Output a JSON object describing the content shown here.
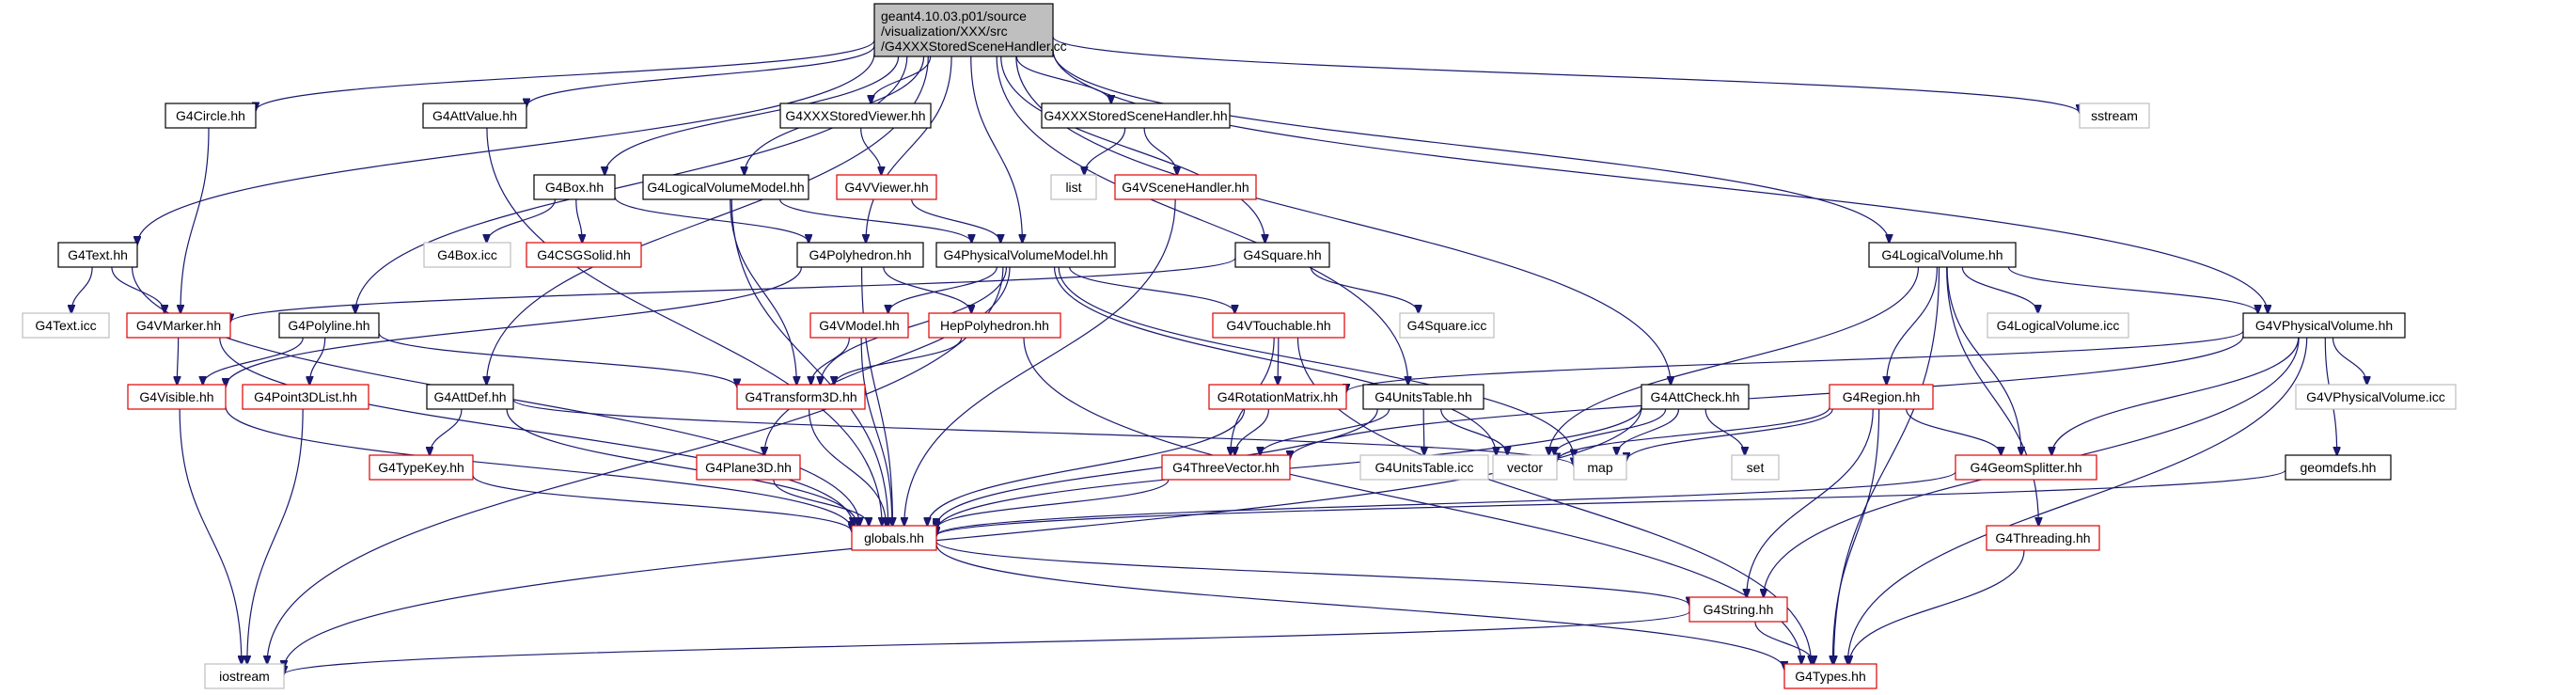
{
  "root_title": [
    "geant4.10.03.p01/source",
    "/visualization/XXX/src",
    "/G4XXXStoredSceneHandler.cc"
  ],
  "nodes": [
    {
      "id": "G4Circle",
      "label": "G4Circle.hh",
      "style": "black"
    },
    {
      "id": "G4AttValue",
      "label": "G4AttValue.hh",
      "style": "black"
    },
    {
      "id": "G4XXXStoredViewer",
      "label": "G4XXXStoredViewer.hh",
      "style": "black"
    },
    {
      "id": "G4XXXStoredSceneHandler",
      "label": "G4XXXStoredSceneHandler.hh",
      "style": "black"
    },
    {
      "id": "sstream",
      "label": "sstream",
      "style": "gray"
    },
    {
      "id": "G4VViewer",
      "label": "G4VViewer.hh",
      "style": "red"
    },
    {
      "id": "list",
      "label": "list",
      "style": "gray"
    },
    {
      "id": "G4VSceneHandler",
      "label": "G4VSceneHandler.hh",
      "style": "red"
    },
    {
      "id": "G4Box",
      "label": "G4Box.hh",
      "style": "black"
    },
    {
      "id": "G4LogicalVolumeModel",
      "label": "G4LogicalVolumeModel.hh",
      "style": "black"
    },
    {
      "id": "G4Boxicc",
      "label": "G4Box.icc",
      "style": "gray"
    },
    {
      "id": "G4CSGSolid",
      "label": "G4CSGSolid.hh",
      "style": "red"
    },
    {
      "id": "G4Text",
      "label": "G4Text.hh",
      "style": "black"
    },
    {
      "id": "G4Polyhedron",
      "label": "G4Polyhedron.hh",
      "style": "black"
    },
    {
      "id": "G4PhysicalVolumeModel",
      "label": "G4PhysicalVolumeModel.hh",
      "style": "black"
    },
    {
      "id": "G4Square",
      "label": "G4Square.hh",
      "style": "black"
    },
    {
      "id": "G4LogicalVolume",
      "label": "G4LogicalVolume.hh",
      "style": "black"
    },
    {
      "id": "G4Texticc",
      "label": "G4Text.icc",
      "style": "gray"
    },
    {
      "id": "G4VMarker",
      "label": "G4VMarker.hh",
      "style": "red"
    },
    {
      "id": "G4Polyline",
      "label": "G4Polyline.hh",
      "style": "black"
    },
    {
      "id": "G4VModel",
      "label": "G4VModel.hh",
      "style": "red"
    },
    {
      "id": "HepPolyhedron",
      "label": "HepPolyhedron.hh",
      "style": "red"
    },
    {
      "id": "G4VTouchable",
      "label": "G4VTouchable.hh",
      "style": "red"
    },
    {
      "id": "G4Squareicc",
      "label": "G4Square.icc",
      "style": "gray"
    },
    {
      "id": "G4LogicalVolumeicc",
      "label": "G4LogicalVolume.icc",
      "style": "gray"
    },
    {
      "id": "G4VPhysicalVolume",
      "label": "G4VPhysicalVolume.hh",
      "style": "black"
    },
    {
      "id": "G4Visible",
      "label": "G4Visible.hh",
      "style": "red"
    },
    {
      "id": "G4Point3DList",
      "label": "G4Point3DList.hh",
      "style": "red"
    },
    {
      "id": "G4AttDef",
      "label": "G4AttDef.hh",
      "style": "black"
    },
    {
      "id": "G4Transform3D",
      "label": "G4Transform3D.hh",
      "style": "red"
    },
    {
      "id": "G4RotationMatrix",
      "label": "G4RotationMatrix.hh",
      "style": "red"
    },
    {
      "id": "G4UnitsTable",
      "label": "G4UnitsTable.hh",
      "style": "black"
    },
    {
      "id": "G4AttCheck",
      "label": "G4AttCheck.hh",
      "style": "black"
    },
    {
      "id": "G4Region",
      "label": "G4Region.hh",
      "style": "red"
    },
    {
      "id": "G4VPhysicalVolumeicc",
      "label": "G4VPhysicalVolume.icc",
      "style": "gray"
    },
    {
      "id": "G4TypeKey",
      "label": "G4TypeKey.hh",
      "style": "red"
    },
    {
      "id": "G4Plane3D",
      "label": "G4Plane3D.hh",
      "style": "red"
    },
    {
      "id": "G4ThreeVector",
      "label": "G4ThreeVector.hh",
      "style": "red"
    },
    {
      "id": "G4UnitsTableicc",
      "label": "G4UnitsTable.icc",
      "style": "gray"
    },
    {
      "id": "vector",
      "label": "vector",
      "style": "gray"
    },
    {
      "id": "map",
      "label": "map",
      "style": "gray"
    },
    {
      "id": "set",
      "label": "set",
      "style": "gray"
    },
    {
      "id": "G4GeomSplitter",
      "label": "G4GeomSplitter.hh",
      "style": "red"
    },
    {
      "id": "geomdefs",
      "label": "geomdefs.hh",
      "style": "black"
    },
    {
      "id": "globals",
      "label": "globals.hh",
      "style": "red"
    },
    {
      "id": "G4Threading",
      "label": "G4Threading.hh",
      "style": "red"
    },
    {
      "id": "G4String",
      "label": "G4String.hh",
      "style": "red"
    },
    {
      "id": "iostream",
      "label": "iostream",
      "style": "gray"
    },
    {
      "id": "G4Types",
      "label": "G4Types.hh",
      "style": "red"
    }
  ],
  "edges": [
    [
      "root",
      "G4Circle"
    ],
    [
      "root",
      "G4AttValue"
    ],
    [
      "root",
      "G4XXXStoredViewer"
    ],
    [
      "root",
      "G4XXXStoredSceneHandler"
    ],
    [
      "root",
      "sstream"
    ],
    [
      "root",
      "G4Box"
    ],
    [
      "root",
      "G4LogicalVolumeModel"
    ],
    [
      "root",
      "G4Text"
    ],
    [
      "root",
      "G4Polyhedron"
    ],
    [
      "root",
      "G4PhysicalVolumeModel"
    ],
    [
      "root",
      "G4Square"
    ],
    [
      "root",
      "G4LogicalVolume"
    ],
    [
      "root",
      "G4Polyline"
    ],
    [
      "root",
      "G4VPhysicalVolume"
    ],
    [
      "root",
      "G4AttDef"
    ],
    [
      "root",
      "G4UnitsTable"
    ],
    [
      "root",
      "G4AttCheck"
    ],
    [
      "G4Circle",
      "G4VMarker"
    ],
    [
      "G4AttValue",
      "globals"
    ],
    [
      "G4XXXStoredViewer",
      "G4VViewer"
    ],
    [
      "G4VViewer",
      "G4PhysicalVolumeModel"
    ],
    [
      "G4XXXStoredSceneHandler",
      "list"
    ],
    [
      "G4XXXStoredSceneHandler",
      "G4VSceneHandler"
    ],
    [
      "G4VSceneHandler",
      "globals"
    ],
    [
      "G4Box",
      "G4Boxicc"
    ],
    [
      "G4Box",
      "G4CSGSolid"
    ],
    [
      "G4Box",
      "G4Polyhedron"
    ],
    [
      "G4LogicalVolumeModel",
      "G4PhysicalVolumeModel"
    ],
    [
      "G4LogicalVolumeModel",
      "G4Transform3D"
    ],
    [
      "G4LogicalVolumeModel",
      "globals"
    ],
    [
      "G4Text",
      "G4Texticc"
    ],
    [
      "G4Text",
      "G4VMarker"
    ],
    [
      "G4Text",
      "globals"
    ],
    [
      "G4Polyhedron",
      "HepPolyhedron"
    ],
    [
      "G4Polyhedron",
      "G4Visible"
    ],
    [
      "G4Polyhedron",
      "globals"
    ],
    [
      "G4PhysicalVolumeModel",
      "G4VModel"
    ],
    [
      "G4PhysicalVolumeModel",
      "G4VTouchable"
    ],
    [
      "G4PhysicalVolumeModel",
      "G4Transform3D"
    ],
    [
      "G4PhysicalVolumeModel",
      "G4Plane3D"
    ],
    [
      "G4PhysicalVolumeModel",
      "iostream"
    ],
    [
      "G4PhysicalVolumeModel",
      "vector"
    ],
    [
      "G4PhysicalVolumeModel",
      "map"
    ],
    [
      "G4Square",
      "G4VMarker"
    ],
    [
      "G4Square",
      "G4Squareicc"
    ],
    [
      "G4LogicalVolume",
      "G4LogicalVolumeicc"
    ],
    [
      "G4LogicalVolume",
      "G4VPhysicalVolume"
    ],
    [
      "G4LogicalVolume",
      "G4Region"
    ],
    [
      "G4LogicalVolume",
      "G4GeomSplitter"
    ],
    [
      "G4LogicalVolume",
      "G4Threading"
    ],
    [
      "G4LogicalVolume",
      "G4Types"
    ],
    [
      "G4LogicalVolume",
      "vector"
    ],
    [
      "G4VMarker",
      "G4Visible"
    ],
    [
      "G4VMarker",
      "globals"
    ],
    [
      "G4Polyline",
      "G4Visible"
    ],
    [
      "G4Polyline",
      "G4Point3DList"
    ],
    [
      "G4Polyline",
      "G4Transform3D"
    ],
    [
      "G4VModel",
      "G4Transform3D"
    ],
    [
      "G4VModel",
      "globals"
    ],
    [
      "HepPolyhedron",
      "G4Transform3D"
    ],
    [
      "HepPolyhedron",
      "G4Types"
    ],
    [
      "G4VTouchable",
      "G4RotationMatrix"
    ],
    [
      "G4VTouchable",
      "G4ThreeVector"
    ],
    [
      "G4VTouchable",
      "G4Types"
    ],
    [
      "G4VPhysicalVolume",
      "G4VPhysicalVolumeicc"
    ],
    [
      "G4VPhysicalVolume",
      "G4RotationMatrix"
    ],
    [
      "G4VPhysicalVolume",
      "G4ThreeVector"
    ],
    [
      "G4VPhysicalVolume",
      "G4GeomSplitter"
    ],
    [
      "G4VPhysicalVolume",
      "geomdefs"
    ],
    [
      "G4VPhysicalVolume",
      "G4String"
    ],
    [
      "G4VPhysicalVolume",
      "G4Types"
    ],
    [
      "G4Visible",
      "iostream"
    ],
    [
      "G4Visible",
      "globals"
    ],
    [
      "G4Point3DList",
      "iostream"
    ],
    [
      "G4AttDef",
      "G4TypeKey"
    ],
    [
      "G4AttDef",
      "globals"
    ],
    [
      "G4AttDef",
      "map"
    ],
    [
      "G4Transform3D",
      "globals"
    ],
    [
      "G4RotationMatrix",
      "G4ThreeVector"
    ],
    [
      "G4RotationMatrix",
      "globals"
    ],
    [
      "G4UnitsTable",
      "G4UnitsTableicc"
    ],
    [
      "G4UnitsTable",
      "G4ThreeVector"
    ],
    [
      "G4UnitsTable",
      "vector"
    ],
    [
      "G4UnitsTable",
      "globals"
    ],
    [
      "G4AttCheck",
      "vector"
    ],
    [
      "G4AttCheck",
      "map"
    ],
    [
      "G4AttCheck",
      "set"
    ],
    [
      "G4AttCheck",
      "globals"
    ],
    [
      "G4AttCheck",
      "iostream"
    ],
    [
      "G4Region",
      "vector"
    ],
    [
      "G4Region",
      "map"
    ],
    [
      "G4Region",
      "G4GeomSplitter"
    ],
    [
      "G4Region",
      "G4String"
    ],
    [
      "G4Region",
      "G4Types"
    ],
    [
      "G4TypeKey",
      "globals"
    ],
    [
      "G4Plane3D",
      "globals"
    ],
    [
      "G4ThreeVector",
      "globals"
    ],
    [
      "G4GeomSplitter",
      "globals"
    ],
    [
      "geomdefs",
      "globals"
    ],
    [
      "G4Threading",
      "G4Types"
    ],
    [
      "globals",
      "G4String"
    ],
    [
      "globals",
      "G4Types"
    ],
    [
      "G4String",
      "iostream"
    ],
    [
      "G4String",
      "G4Types"
    ]
  ]
}
